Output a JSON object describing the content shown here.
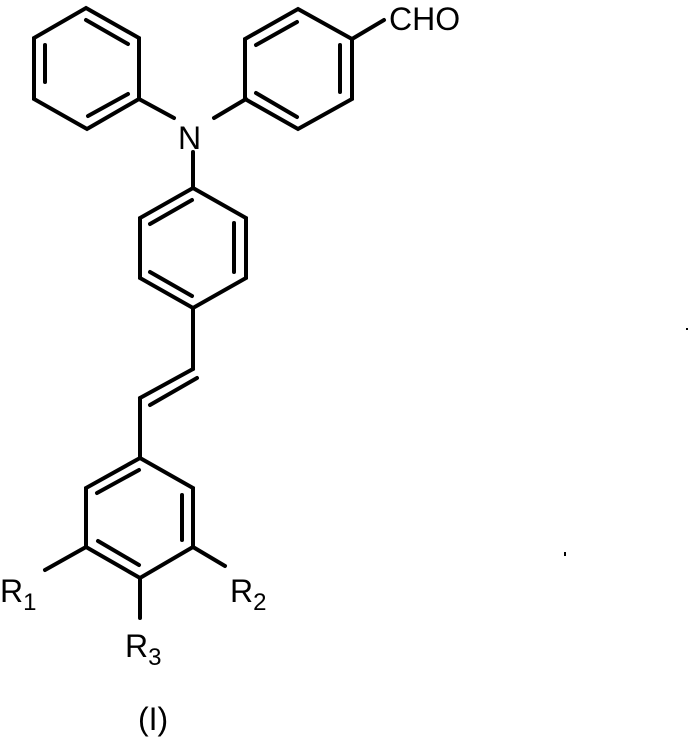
{
  "figure": {
    "type": "chemical-structure",
    "compound_label": "(I)",
    "atoms": {
      "nitrogen": "N",
      "aldehyde": "CHO",
      "substituents": [
        {
          "symbol": "R",
          "subscript": "1"
        },
        {
          "symbol": "R",
          "subscript": "2"
        },
        {
          "symbol": "R",
          "subscript": "3"
        }
      ]
    },
    "colors": {
      "background": "#ffffff",
      "ink": "#000000"
    }
  }
}
